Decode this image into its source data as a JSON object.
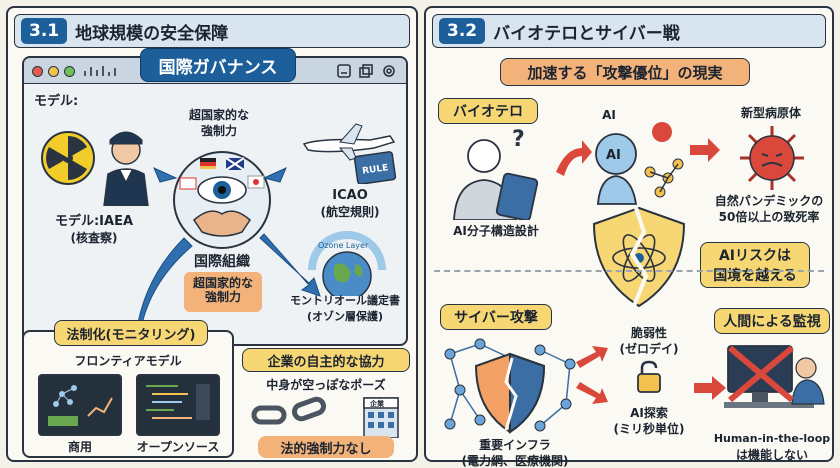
{
  "left": {
    "num": "3.1",
    "title": "地球規模の安全保障",
    "window_title": "国際ガバナンス",
    "model_label": "モデル:",
    "iaea_label": "モデル:IAEA",
    "iaea_sub": "(核査察)",
    "supra_top_1": "超国家的な",
    "supra_top_2": "強制力",
    "icao_label": "ICAO",
    "icao_sub": "(航空規則)",
    "rule_text": "RULE",
    "org_label": "国際組織",
    "org_badge_1": "超国家的な",
    "org_badge_2": "強制力",
    "ozone_text": "Ozone Layer",
    "montreal_1": "モントリオール議定書",
    "montreal_2": "(オゾン層保護)",
    "law_title": "法制化(モニタリング)",
    "frontier": "フロンティアモデル",
    "commercial": "商用",
    "opensource": "オープンソース",
    "corp_title": "企業の自主的な協力",
    "corp_sub": "中身が空っぽなポーズ",
    "corp_building": "企業",
    "corp_none": "法的強制力なし"
  },
  "right": {
    "num": "3.2",
    "title": "バイオテロとサイバー戦",
    "banner": "加速する「攻撃優位」の現実",
    "bioterror": "バイオテロ",
    "ai_mol": "AI分子構造設計",
    "ai_small": "AI",
    "ai_head": "AI",
    "pathogen": "新型病原体",
    "natural_1": "自然パンデミックの",
    "natural_2": "50倍以上の致死率",
    "ai_risk_1": "AIリスクは",
    "ai_risk_2": "国境を越える",
    "cyber": "サイバー攻撃",
    "vuln_1": "脆弱性",
    "vuln_2": "(ゼロデイ)",
    "ai_search_1": "AI探索",
    "ai_search_2": "(ミリ秒単位)",
    "infra_1": "重要インフラ",
    "infra_2": "(電力網、医療機関)",
    "human": "人間による監視",
    "hitl_1": "Human-in-the-loop",
    "hitl_2": "は機能しない"
  },
  "colors": {
    "accent_blue": "#1d5f9a",
    "accent_orange": "#f2b27a",
    "accent_yellow": "#f7d774",
    "virus_red": "#d9483b"
  }
}
